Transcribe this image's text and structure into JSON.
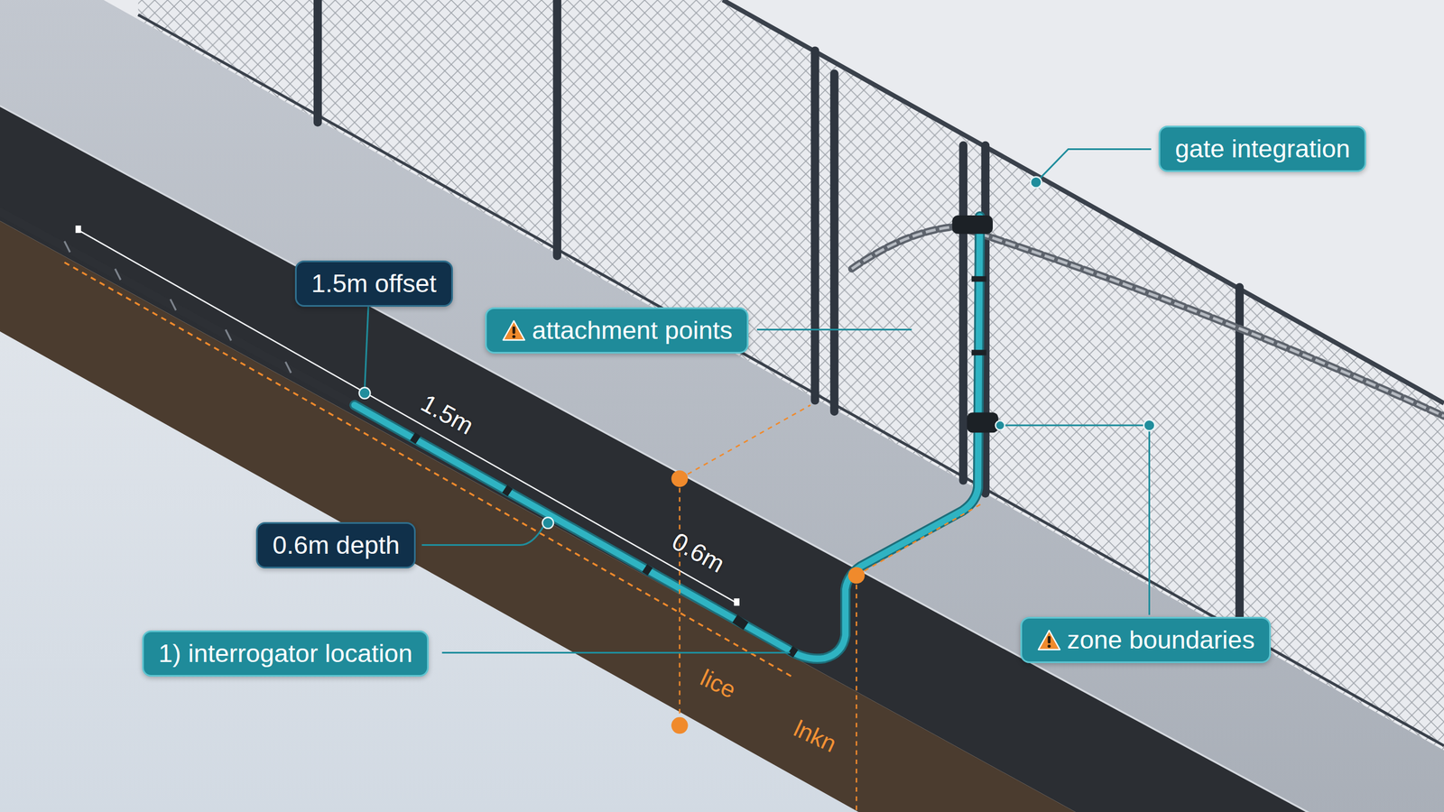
{
  "diagram": {
    "nodes": [
      {
        "text": [
          "gate integration"
        ]
      },
      {
        "text": [
          "1.5m offset"
        ]
      },
      {
        "text": [
          "attachment points"
        ]
      },
      {
        "text": [
          "0.6m depth"
        ]
      },
      {
        "text": [
          "zone boundaries"
        ]
      },
      {
        "text": [
          "1) interrogator location"
        ]
      }
    ],
    "labels": [
      "1.5m",
      "0.6m",
      "lice",
      "lnkn"
    ]
  }
}
